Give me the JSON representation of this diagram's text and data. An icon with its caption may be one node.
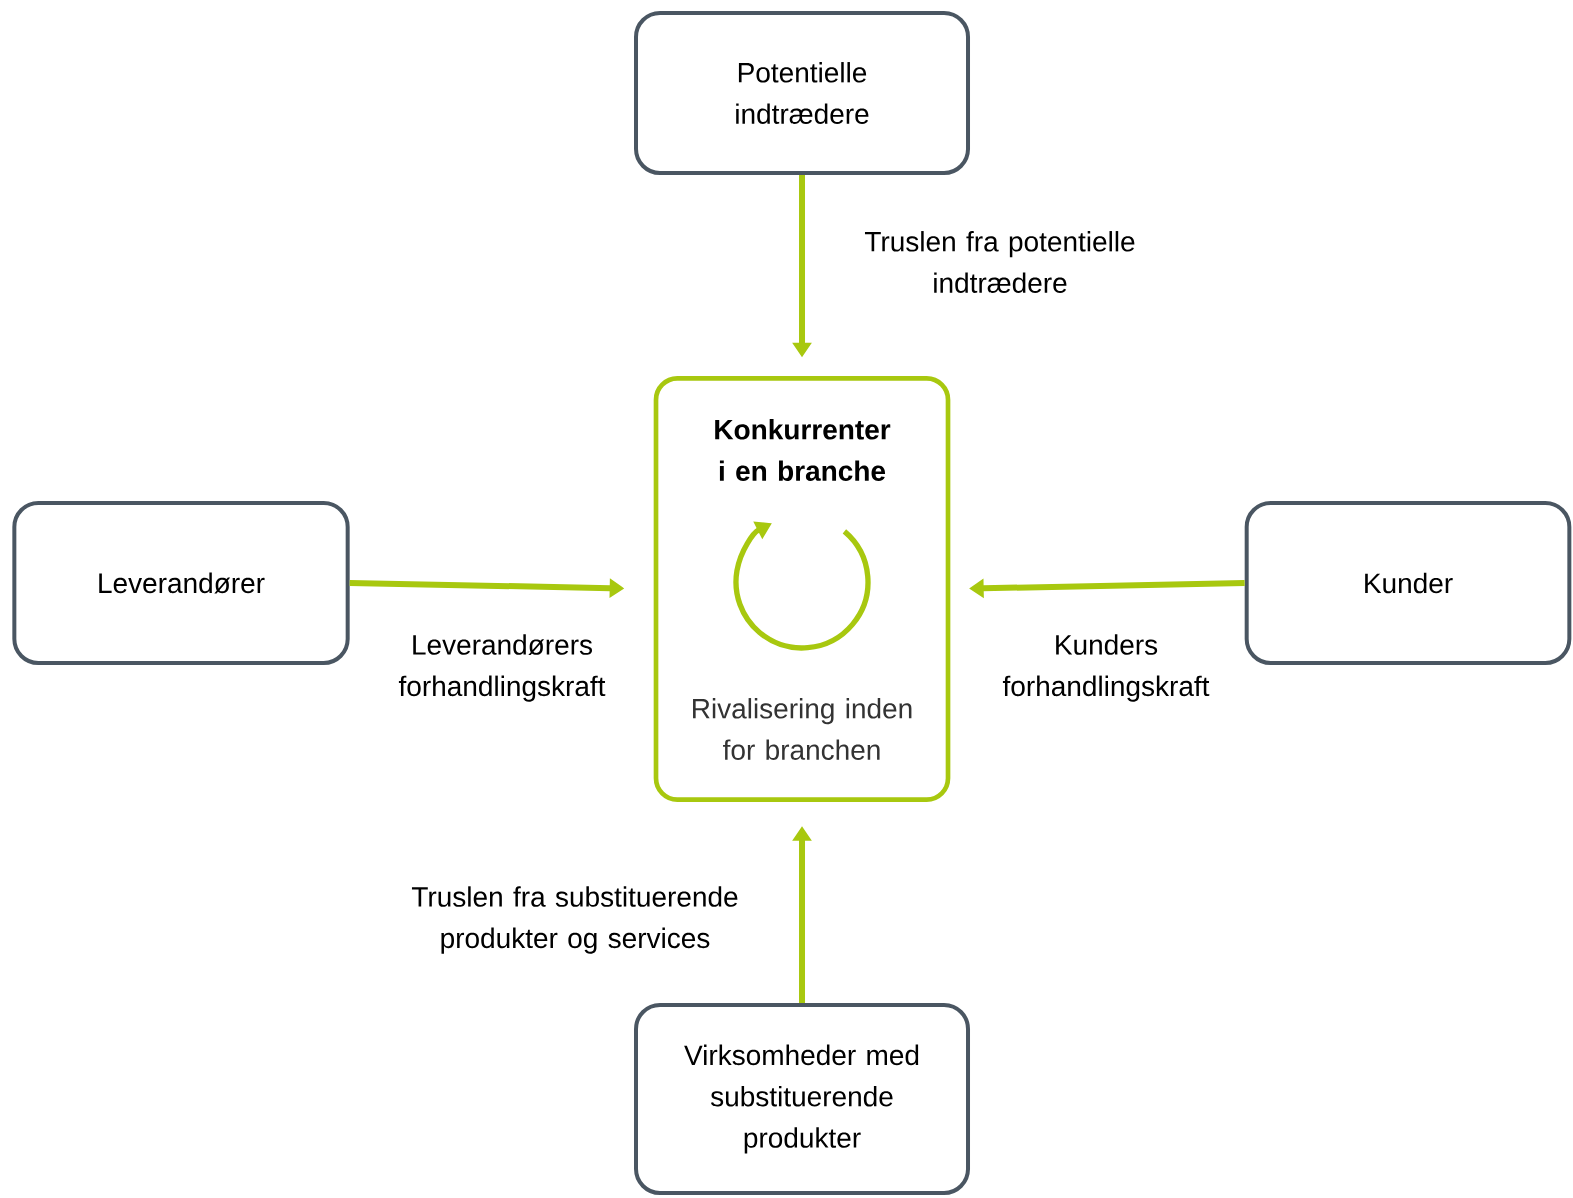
{
  "diagram": {
    "nodes": [
      {
        "text": [
          "Potentielle indtrædere"
        ]
      },
      {
        "text": [
          "Leverandører"
        ]
      },
      {
        "text": [
          "Konkurrenter i en branche",
          "Rivalisering inden for branchen"
        ]
      },
      {
        "text": [
          "Kunder"
        ]
      },
      {
        "text": [
          "Virksomheder med substituerende produkter"
        ]
      }
    ],
    "edges": [
      {
        "from": 0,
        "to": 2,
        "arrow": "to",
        "label": "Truslen fra potentielle indtrædere"
      },
      {
        "from": 1,
        "to": 2,
        "arrow": "to",
        "label": "Leverandørers forhandlingskraft"
      },
      {
        "from": 3,
        "to": 2,
        "arrow": "to",
        "label": "Kunders forhandlingskraft"
      },
      {
        "from": 4,
        "to": 2,
        "arrow": "to",
        "label": "Truslen fra substituerende produkter og services"
      }
    ]
  }
}
